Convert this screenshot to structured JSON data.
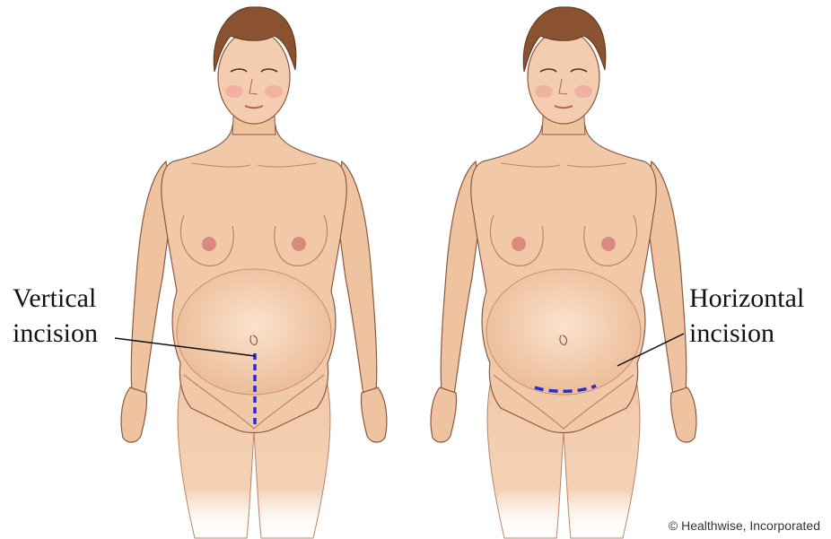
{
  "labels": {
    "vertical_line1": "Vertical",
    "vertical_line2": "incision",
    "horizontal_line1": "Horizontal",
    "horizontal_line2": "incision"
  },
  "copyright": "© Healthwise, Incorporated",
  "colors": {
    "skin": "#f2c9a8",
    "skin_shade": "#e0a987",
    "outline": "#8a5a40",
    "hair": "#8a5230",
    "nipple": "#d98a80",
    "incision": "#2a2ad0",
    "leader": "#111111"
  }
}
